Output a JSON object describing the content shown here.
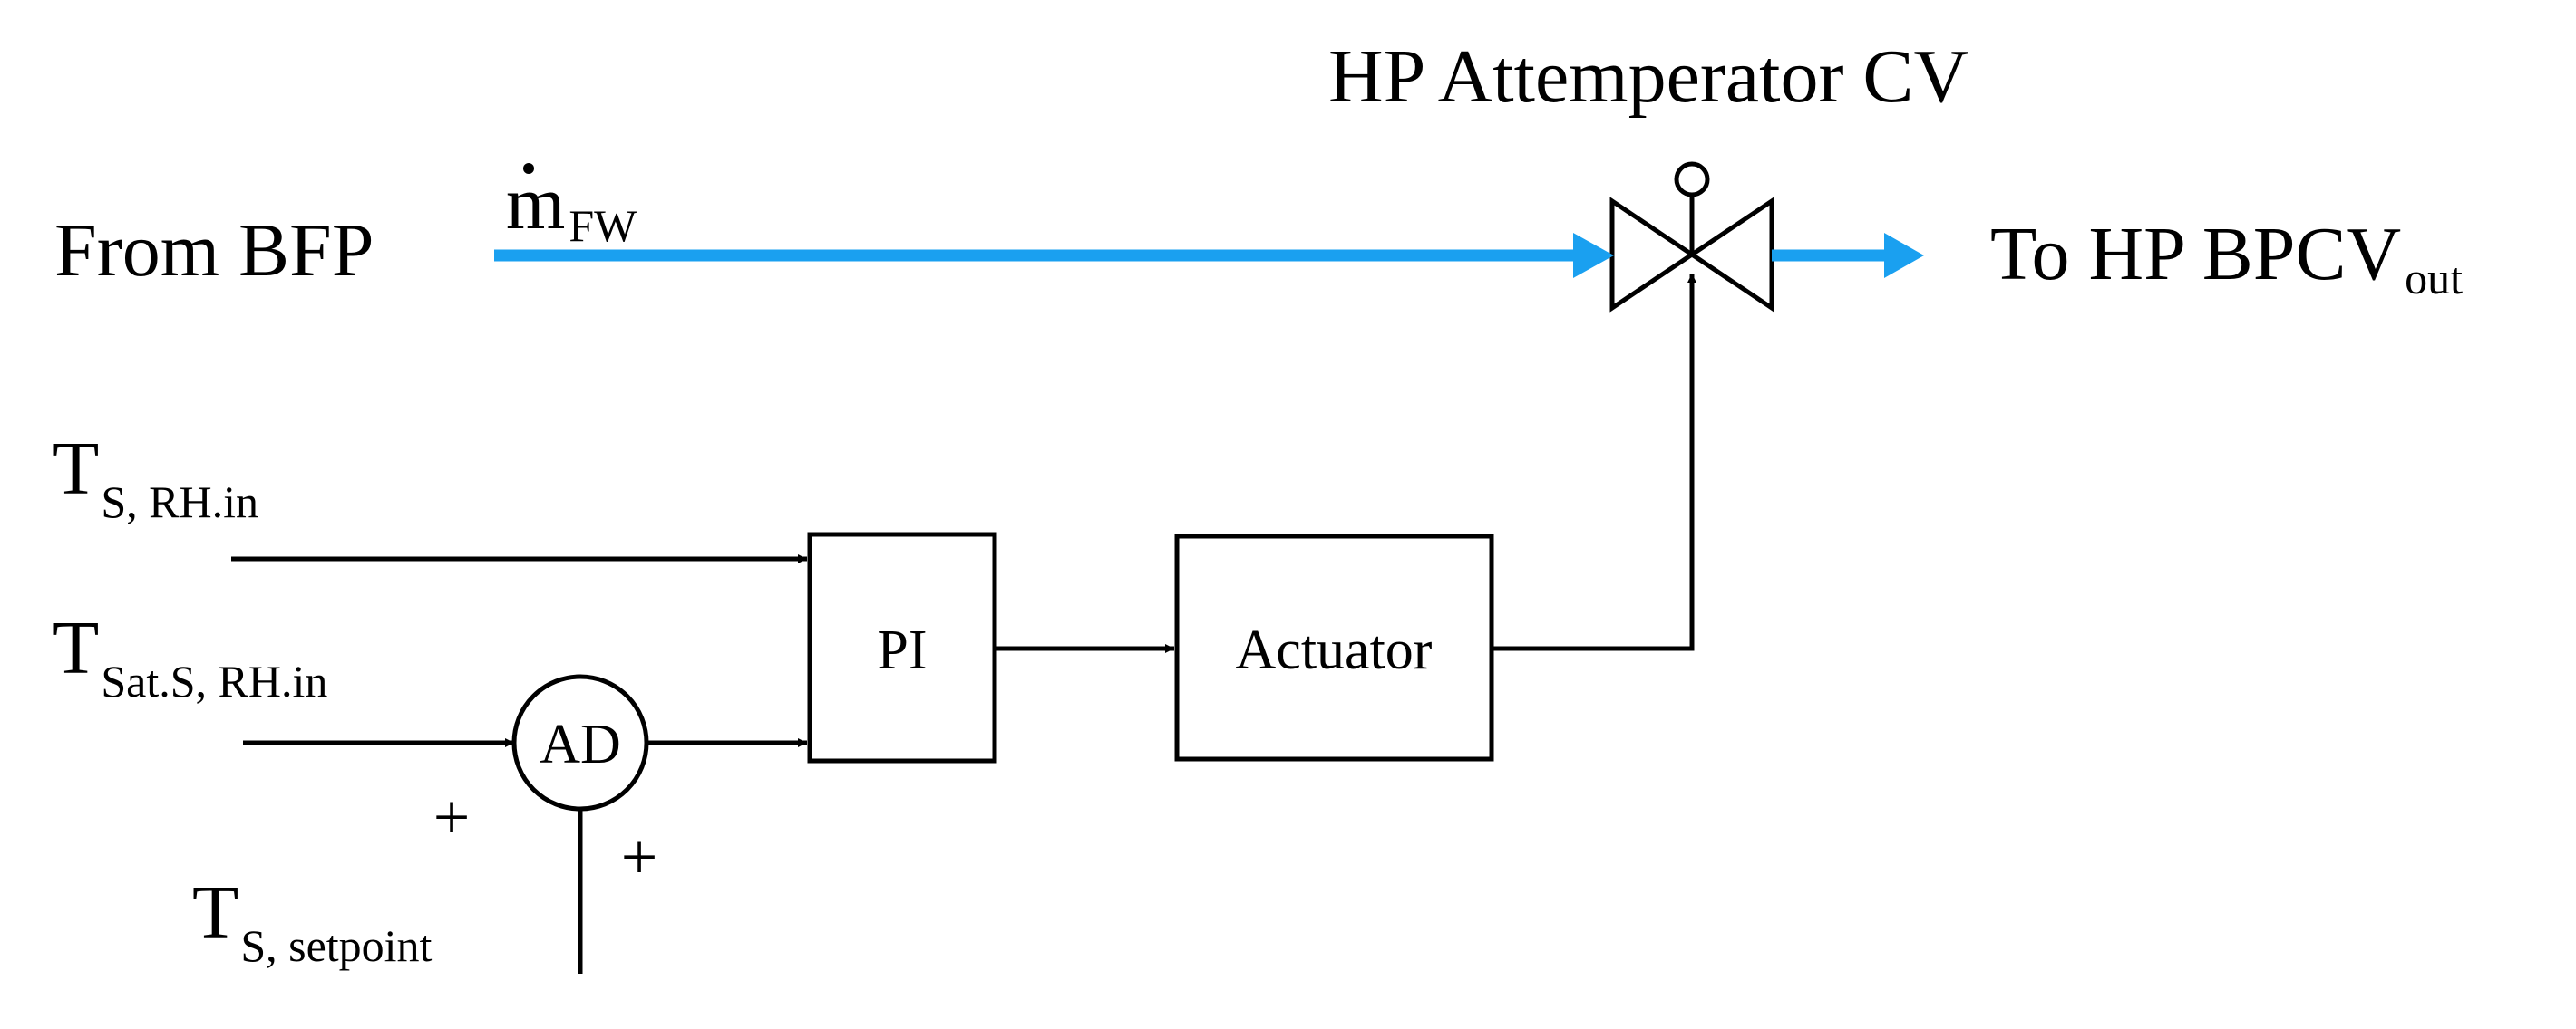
{
  "title": "HP Attemperator CV",
  "source": "From BFP",
  "destination": {
    "main": "To HP BPCV",
    "sub": "out"
  },
  "flow_label": {
    "main": "m",
    "sub": "FW"
  },
  "inputs": {
    "t_rh_in": {
      "main": "T",
      "sub": "S, RH.in"
    },
    "t_sat": {
      "main": "T",
      "sub": "Sat.S, RH.in"
    },
    "t_setpoint": {
      "main": "T",
      "sub": "S, setpoint"
    }
  },
  "blocks": {
    "ad": "AD",
    "pi": "PI",
    "actuator": "Actuator"
  },
  "signs": {
    "left": "+",
    "bottom": "+"
  },
  "colors": {
    "flow": "#1aa0f0",
    "signal": "#000000"
  }
}
